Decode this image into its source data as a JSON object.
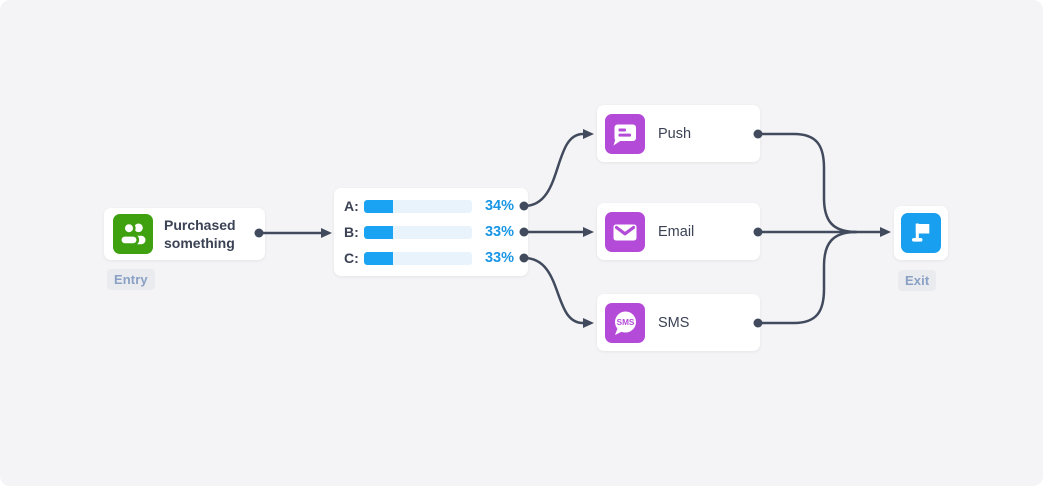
{
  "entry": {
    "title": "Purchased something",
    "badge": "Entry",
    "icon": "users-icon"
  },
  "split": {
    "rows": [
      {
        "label": "A:",
        "value": 34,
        "percent_label": "34%"
      },
      {
        "label": "B:",
        "value": 33,
        "percent_label": "33%"
      },
      {
        "label": "C:",
        "value": 33,
        "percent_label": "33%"
      }
    ]
  },
  "channels": [
    {
      "label": "Push",
      "icon": "push-notification-icon"
    },
    {
      "label": "Email",
      "icon": "email-icon"
    },
    {
      "label": "SMS",
      "icon": "sms-bubble-icon",
      "icon_text": "SMS"
    }
  ],
  "exit": {
    "badge": "Exit",
    "icon": "flag-icon"
  },
  "colors": {
    "background": "#F4F4F6",
    "card": "#FFFFFF",
    "accent_green": "#3FA110",
    "accent_purple": "#B44BD8",
    "accent_blue": "#189FF0",
    "bar_fill": "#1AA3F2",
    "bar_track": "#E9F3FC",
    "percent_text": "#1996E6",
    "connector": "#414B5D",
    "text_primary": "#3A4254",
    "badge_bg": "#E9EBEF",
    "badge_text": "#8AA0C4"
  }
}
